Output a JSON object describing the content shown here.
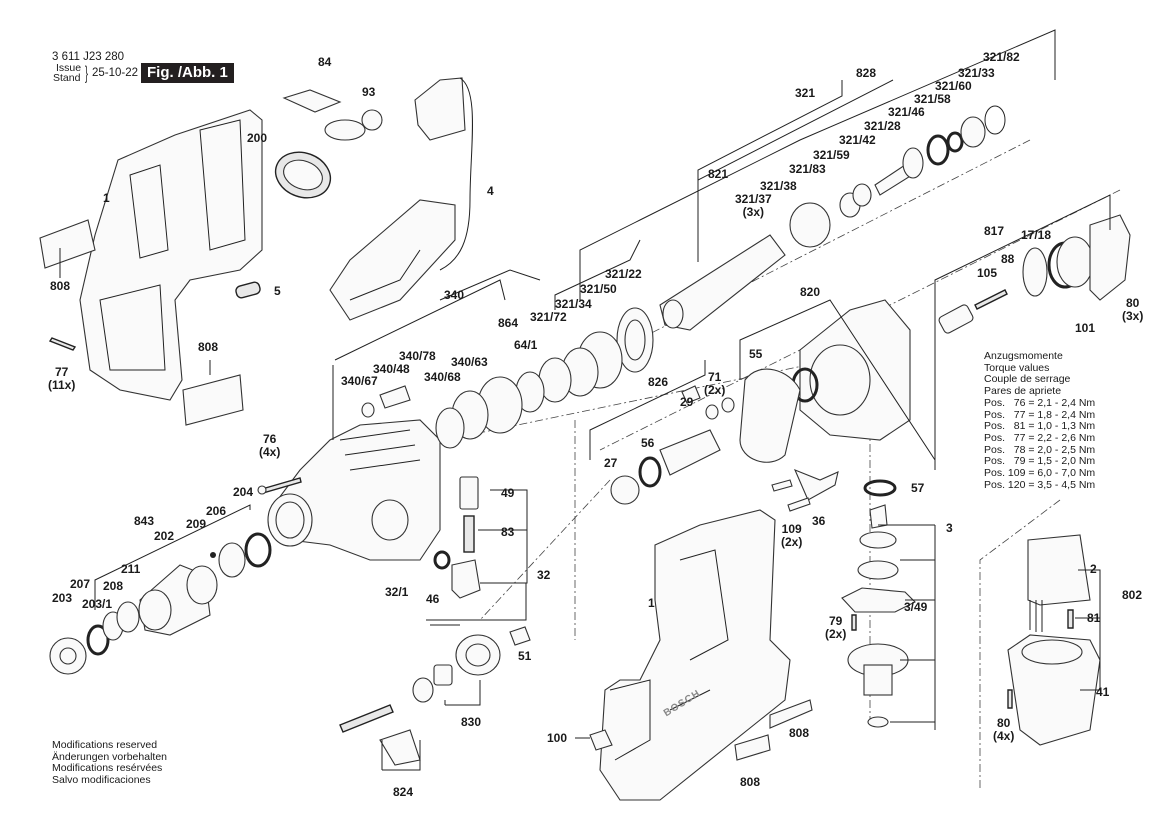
{
  "header": {
    "doc_number": "3 611 J23 280",
    "issue_label": "Issue",
    "stand_label": "Stand",
    "issue_date": "25-10-22",
    "figure_label": "Fig. /Abb. 1"
  },
  "torque_table": {
    "titles": [
      "Anzugsmomente",
      "Torque values",
      "Couple de serrage",
      "Pares de apriete"
    ],
    "rows": [
      "Pos.   76 = 2,1 - 2,4 Nm",
      "Pos.   77 = 1,8 - 2,4 Nm",
      "Pos.   81 = 1,0 - 1,3 Nm",
      "Pos.   77 = 2,2 - 2,6 Nm",
      "Pos.   78 = 2,0 - 2,5 Nm",
      "Pos.   79 = 1,5 - 2,0 Nm",
      "Pos. 109 = 6,0 - 7,0 Nm",
      "Pos. 120 = 3,5 - 4,5 Nm"
    ]
  },
  "footer": {
    "modifications": [
      "Modifications reserved",
      "Änderungen vorbehalten",
      "Modifications resérvées",
      "Salvo modificaciones"
    ]
  },
  "part_labels": {
    "p84": "84",
    "p93": "93",
    "p200": "200",
    "p4": "4",
    "p1a": "1",
    "p808a": "808",
    "p5": "5",
    "p808b": "808",
    "p77": "77",
    "p77q": "(11x)",
    "p321": "321",
    "p828": "828",
    "p821": "821",
    "p321_82": "321/82",
    "p321_33": "321/33",
    "p321_60": "321/60",
    "p321_58": "321/58",
    "p321_46": "321/46",
    "p321_28": "321/28",
    "p321_42": "321/42",
    "p321_59": "321/59",
    "p321_83": "321/83",
    "p321_38": "321/38",
    "p321_37": "321/37",
    "p321_37q": "(3x)",
    "p321_22": "321/22",
    "p321_50": "321/50",
    "p321_34": "321/34",
    "p321_72": "321/72",
    "p340": "340",
    "p864": "864",
    "p64_1": "64/1",
    "p340_78": "340/78",
    "p340_48": "340/48",
    "p340_67": "340/67",
    "p340_68": "340/68",
    "p340_63": "340/63",
    "p817": "817",
    "p17_18": "17/18",
    "p88": "88",
    "p105": "105",
    "p80a": "80",
    "p80aq": "(3x)",
    "p101": "101",
    "p820": "820",
    "p55": "55",
    "p826": "826",
    "p71": "71",
    "p71q": "(2x)",
    "p29": "29",
    "p56": "56",
    "p27": "27",
    "p76": "76",
    "p76q": "(4x)",
    "p204": "204",
    "p206": "206",
    "p209": "209",
    "p843": "843",
    "p202": "202",
    "p211": "211",
    "p207": "207",
    "p208": "208",
    "p203": "203",
    "p203_1": "203/1",
    "p49": "49",
    "p83": "83",
    "p32": "32",
    "p32_1": "32/1",
    "p46": "46",
    "p57": "57",
    "p109": "109",
    "p109q": "(2x)",
    "p36": "36",
    "p3": "3",
    "p3_49": "3/49",
    "p79": "79",
    "p79q": "(2x)",
    "p2": "2",
    "p802": "802",
    "p81": "81",
    "p41": "41",
    "p80b": "80",
    "p80bq": "(4x)",
    "p1b": "1",
    "p51": "51",
    "p830": "830",
    "p100": "100",
    "p824": "824",
    "p808c": "808",
    "p808d": "808"
  },
  "brand_marks": {
    "housing_logo": "BOSCH"
  }
}
